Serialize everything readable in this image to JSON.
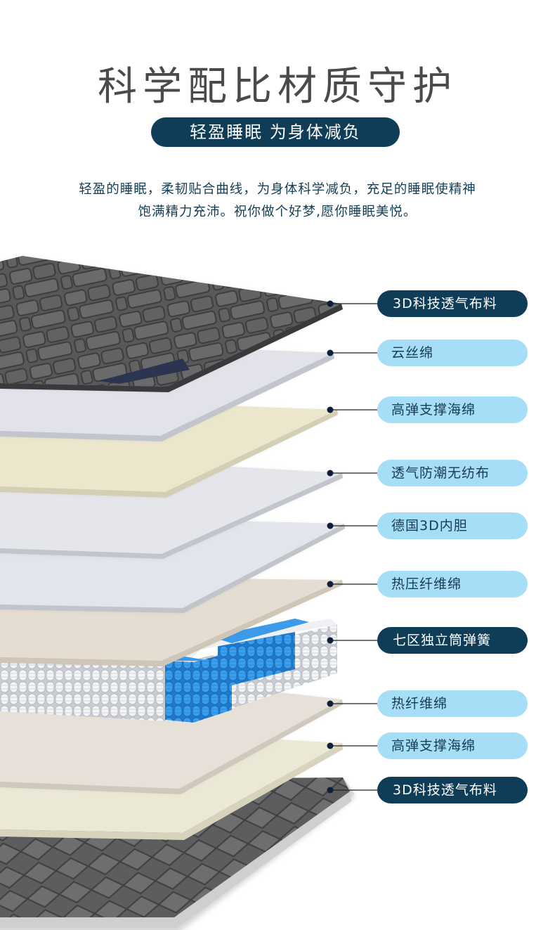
{
  "header": {
    "title": "科学配比材质守护",
    "subtitle": "轻盈睡眠 为身体减负"
  },
  "description": {
    "line1": "轻盈的睡眠，柔韧贴合曲线，为身体科学减负，充足的睡眠使精神",
    "line2": "饱满精力充沛。祝你做个好梦,愿你睡眠美悦。"
  },
  "layers": [
    {
      "label": "3D科技透气布料",
      "style": "dark"
    },
    {
      "label": "云丝绵",
      "style": "light"
    },
    {
      "label": "高弹支撑海绵",
      "style": "light"
    },
    {
      "label": "透气防潮无纺布",
      "style": "light"
    },
    {
      "label": "德国3D内胆",
      "style": "light"
    },
    {
      "label": "热压纤维绵",
      "style": "light"
    },
    {
      "label": "七区独立筒弹簧",
      "style": "dark"
    },
    {
      "label": "热纤维绵",
      "style": "light"
    },
    {
      "label": "高弹支撑海绵",
      "style": "light"
    },
    {
      "label": "3D科技透气布料",
      "style": "dark"
    }
  ],
  "colors": {
    "dark_navy": "#0f3c57",
    "light_blue": "#a6def7",
    "title_gray": "#4a4a4a",
    "fabric_gray": "#5a5a5c",
    "silk_gray": "#e3e4ea",
    "foam_cream": "#e9e5cc",
    "fiber_beige": "#e4ddd3",
    "spring_blue": "#2f8fe0"
  }
}
